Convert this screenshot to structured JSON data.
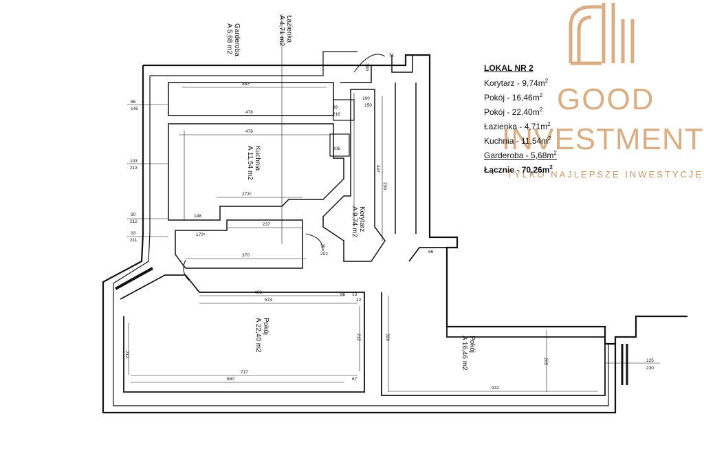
{
  "legend": {
    "title": "LOKAL NR 2",
    "rows": [
      {
        "label": "Korytarz",
        "value": "9,74m"
      },
      {
        "label": "Pokój",
        "value": "16,46m"
      },
      {
        "label": "Pokój",
        "value": "22,40m"
      },
      {
        "label": "Łazienka",
        "value": "4,71m"
      },
      {
        "label": "Kuchnia",
        "value": "11,54m"
      },
      {
        "label": "Garderoba",
        "value": "5,68m"
      }
    ],
    "total": {
      "label": "Łącznie",
      "value": "70,26m"
    },
    "sup": "2"
  },
  "brand": {
    "word1": "GOOD",
    "word2": "INVESTMENT",
    "tagline": "TYLKO NAJLEPSZE INWESTYCJE",
    "color": "#d4a070"
  },
  "rooms": {
    "garderoba": {
      "name": "Garderoba",
      "area": "A 5,68 m2"
    },
    "lazienka": {
      "name": "Łazienka",
      "area": "A 4,71 m2"
    },
    "kuchnia": {
      "name": "Kuchnia",
      "area": "A 11,54 m2"
    },
    "korytarz": {
      "name": "Korytarz",
      "area": "A 9,74 m2"
    },
    "pokoj_large": {
      "name": "Pokój",
      "area": "A 22,40 m2"
    },
    "pokoj_small": {
      "name": "Pokój",
      "area": "A 16,46 m2"
    }
  },
  "dimensions": {
    "d462": "462",
    "d478a": "478",
    "d478b": "478",
    "d273": "273⁵",
    "d148": "148",
    "d237": "237",
    "d370": "370",
    "d170": "170⁵",
    "d408": "408",
    "d574": "574",
    "d717": "717",
    "d680": "680",
    "d67": "67",
    "d932": "932",
    "d212a": "212",
    "d212b": "212",
    "d329": "329",
    "d205": "205",
    "d447": "447",
    "d230": "230",
    "d150": "150",
    "d100": "100",
    "d86": "86",
    "d145": "145",
    "d103": "103",
    "d213": "213",
    "d30": "30",
    "d33": "33",
    "d211": "211",
    "d125": "125",
    "d230b": "230",
    "d86b": "86",
    "d202": "202",
    "d70": "70",
    "d13": "13",
    "d96": "96",
    "d12": "12",
    "d216": "216",
    "d208": "208",
    "d31": "31",
    "d300": "300",
    "d89": "89"
  }
}
